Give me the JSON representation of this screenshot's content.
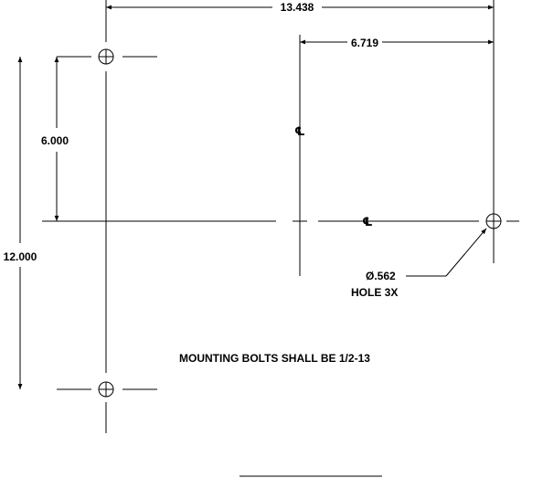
{
  "dimensions": {
    "overall_width": "13.438",
    "half_width": "6.719",
    "half_height": "6.000",
    "overall_height": "12.000"
  },
  "hole_callout": {
    "diameter": "Ø.562",
    "count": "HOLE 3X"
  },
  "centerline_symbol": "℄",
  "note": "MOUNTING BOLTS SHALL BE 1/2-13",
  "icons": {
    "hole": "circle-cross-icon",
    "centerline": "centerline-icon"
  },
  "colors": {
    "line": "#000000",
    "background": "#ffffff"
  }
}
